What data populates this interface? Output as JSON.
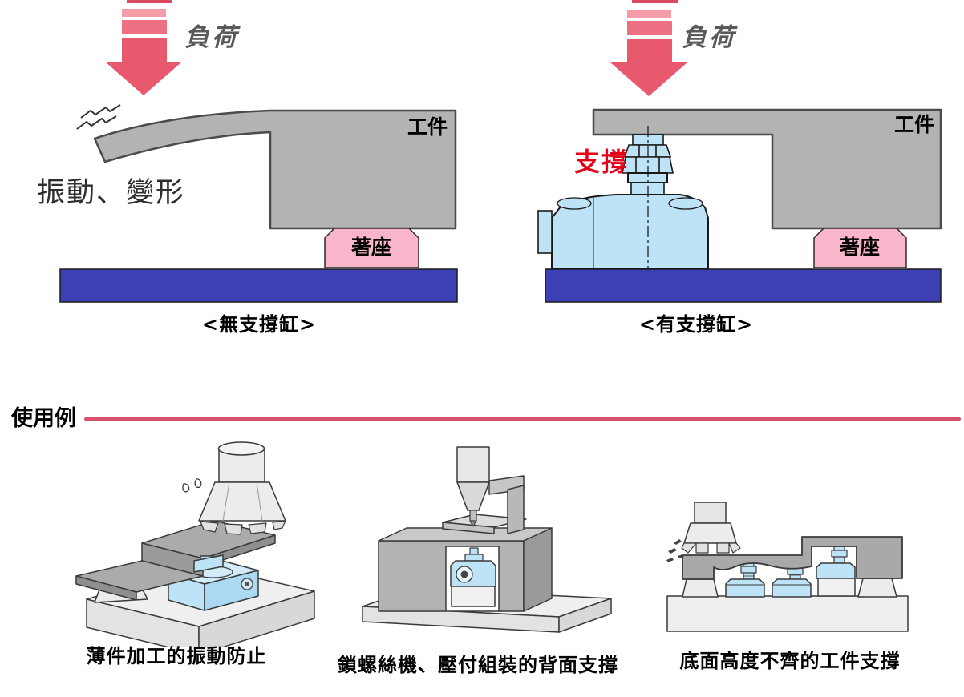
{
  "diagrams": {
    "without_support": {
      "load_label": "負荷",
      "vibration_label": "振動、變形",
      "workpiece_label": "工件",
      "seat_label": "著座",
      "caption": "<無支撐缸>"
    },
    "with_support": {
      "load_label": "負荷",
      "support_label": "支撐",
      "workpiece_label": "工件",
      "seat_label": "著座",
      "caption": "<有支撐缸>"
    }
  },
  "usage_examples": {
    "section_title": "使用例",
    "items": [
      {
        "caption": "薄件加工的振動防止"
      },
      {
        "caption": "鎖螺絲機、壓付組裝的背面支撐"
      },
      {
        "caption": "底面高度不齊的工件支撐"
      }
    ]
  },
  "colors": {
    "load_arrow_red": "#e8596e",
    "arrow_dash_light": "#f49ca8",
    "arrow_dash_medium": "#ee7083",
    "arrow_dash_dark": "#da4a61",
    "support_text_red": "#e50019",
    "machine_base_blue": "#3c40b4",
    "seat_pink": "#f9b6cb",
    "cylinder_blue": "#bfe3f6",
    "workpiece_gray": "#b3b3b3",
    "divider_pink_red": "#d4536b"
  }
}
